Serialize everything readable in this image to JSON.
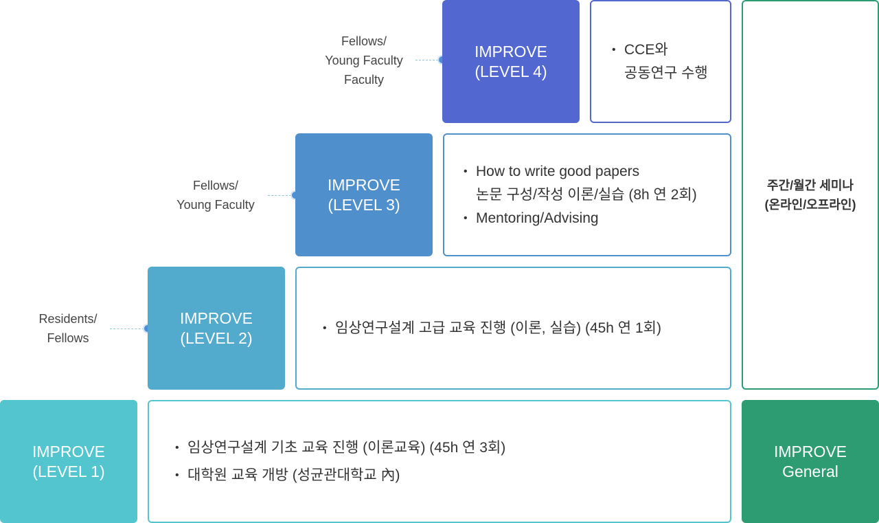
{
  "colors": {
    "level4": "#5267cf",
    "level3": "#4f8fcb",
    "level2": "#52aacd",
    "level1": "#52c5ce",
    "general": "#2e9c72",
    "border_level4": "#5267cf",
    "border_level3": "#4f8fcb",
    "border_level2": "#52aacd",
    "border_level1": "#52c5ce",
    "border_side": "#2e9c72"
  },
  "levels": {
    "level4": {
      "title": "IMPROVE\n(LEVEL 4)",
      "audience": "Fellows/\nYoung Faculty\nFaculty",
      "bullets": [
        "CCE와\n공동연구 수행"
      ]
    },
    "level3": {
      "title": "IMPROVE\n(LEVEL 3)",
      "audience": "Fellows/\nYoung Faculty",
      "bullets": [
        "How to write good papers\n논문 구성/작성 이론/실습 (8h 연 2회)",
        "Mentoring/Advising"
      ]
    },
    "level2": {
      "title": "IMPROVE\n(LEVEL 2)",
      "audience": "Residents/\nFellows",
      "bullets": [
        "임상연구설계 고급 교육 진행 (이론, 실습) (45h 연 1회)"
      ]
    },
    "level1": {
      "title": "IMPROVE\n(LEVEL 1)",
      "bullets": [
        "임상연구설계 기초 교육 진행 (이론교육) (45h 연 3회)",
        "대학원 교육 개방 (성균관대학교 內)"
      ]
    }
  },
  "seminar": {
    "label": "주간/월간 세미나\n(온라인/오프라인)"
  },
  "general": {
    "title": "IMPROVE\nGeneral"
  },
  "bullet_glyph": "•"
}
